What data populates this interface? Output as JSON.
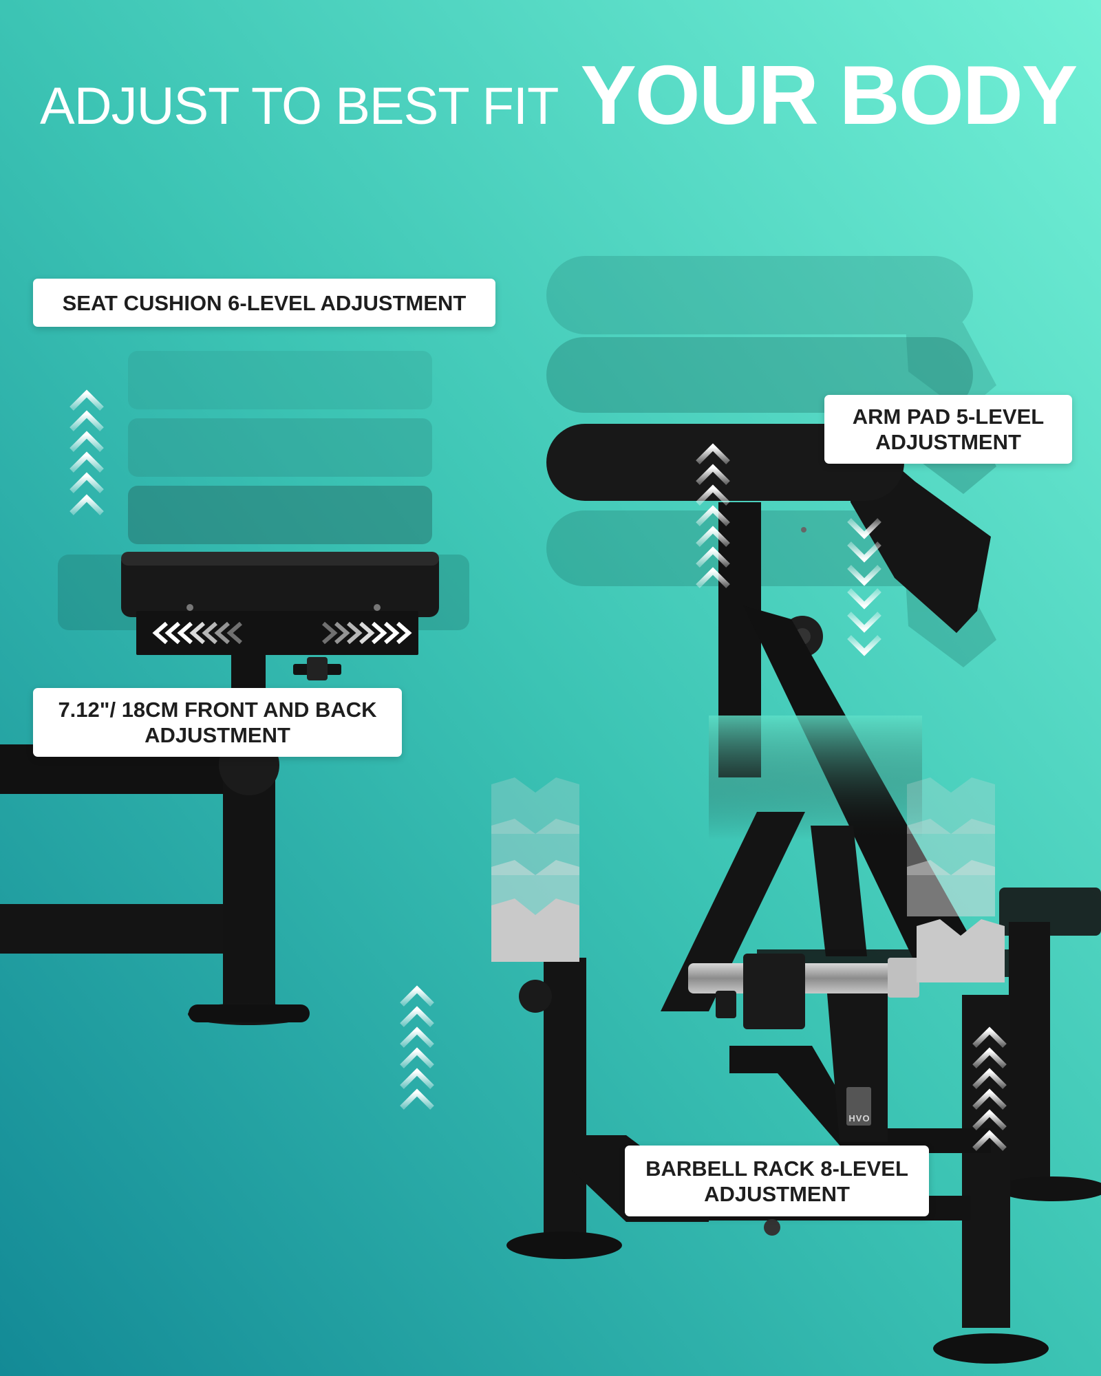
{
  "headline": {
    "light": "ADJUST TO BEST FIT",
    "bold": "YOUR BODY"
  },
  "callouts": {
    "seat_cushion": {
      "line1": "SEAT CUSHION 6-LEVEL ADJUSTMENT"
    },
    "arm_pad": {
      "line1": "ARM PAD 5-LEVEL",
      "line2": "ADJUSTMENT"
    },
    "front_back": {
      "line1": "7.12\"/ 18CM FRONT AND BACK",
      "line2": "ADJUSTMENT"
    },
    "barbell_rack": {
      "line1": "BARBELL RACK 8-LEVEL",
      "line2": "ADJUSTMENT"
    }
  },
  "brand": {
    "label": "HVO"
  },
  "icons": {
    "up_arrows": "chevron-up-stack-icon",
    "down_arrows": "chevron-down-stack-icon",
    "left_arrows": "chevron-left-stack-icon",
    "right_arrows": "chevron-right-stack-icon"
  },
  "colors": {
    "bg_start": "#138a96",
    "bg_mid": "#3cc4b4",
    "bg_end": "#72f0d6",
    "metal": "#141414",
    "text_dark": "#1e1e1e"
  }
}
